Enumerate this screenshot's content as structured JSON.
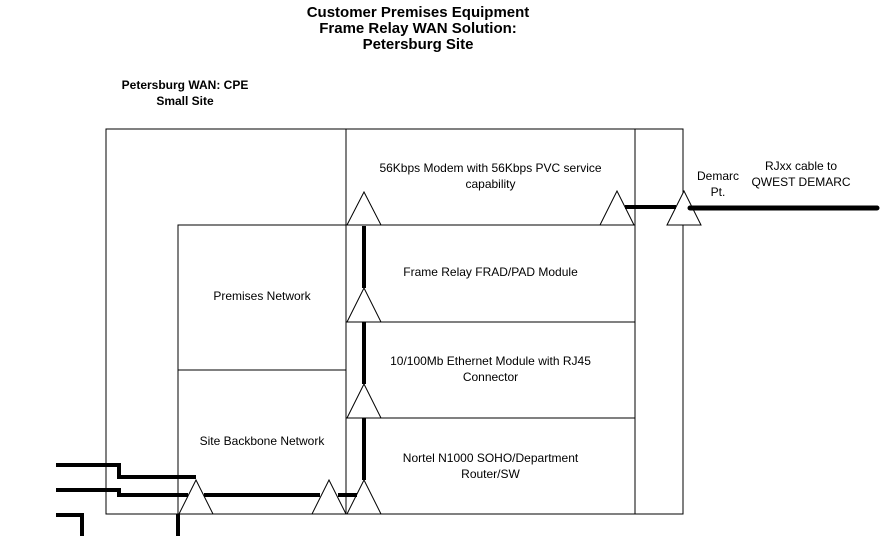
{
  "title": {
    "line1": "Customer Premises Equipment",
    "line2": "Frame Relay WAN Solution:",
    "line3": "Petersburg Site"
  },
  "site_label": {
    "line1": "Petersburg WAN: CPE",
    "line2": "Small Site"
  },
  "modules": {
    "modem": {
      "line1": "56Kbps Modem with 56Kbps PVC service",
      "line2": "capability"
    },
    "frad": {
      "line1": "Frame Relay FRAD/PAD Module"
    },
    "ethernet": {
      "line1": "10/100Mb Ethernet Module with RJ45",
      "line2": "Connector"
    },
    "router": {
      "line1": "Nortel N1000 SOHO/Department",
      "line2": "Router/SW"
    }
  },
  "networks": {
    "premises": "Premises Network",
    "backbone": "Site Backbone Network"
  },
  "demarc": {
    "line1": "Demarc",
    "line2": "Pt."
  },
  "cable": {
    "line1": "RJxx cable to",
    "line2": "QWEST DEMARC"
  },
  "colors": {
    "line": "#000000",
    "background": "#ffffff"
  }
}
